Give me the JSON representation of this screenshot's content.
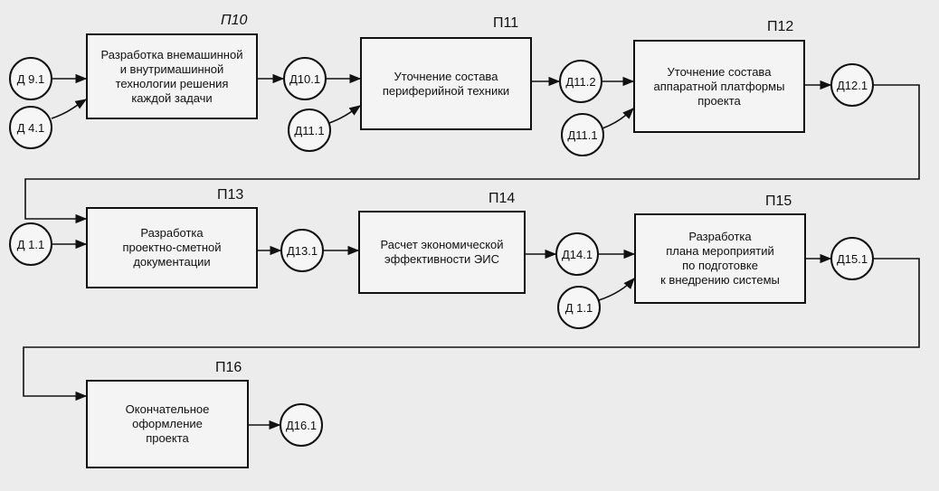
{
  "processes": [
    {
      "id": "p10",
      "tag": "П10",
      "label": "Разработка внемашинной\nи внутримашинной\nтехнологии решения\nкаждой задачи"
    },
    {
      "id": "p11",
      "tag": "П11",
      "label": "Уточнение состава\nпериферийной техники"
    },
    {
      "id": "p12",
      "tag": "П12",
      "label": "Уточнение состава\nаппаратной платформы\nпроекта"
    },
    {
      "id": "p13",
      "tag": "П13",
      "label": "Разработка\nпроектно-сметной\nдокументации"
    },
    {
      "id": "p14",
      "tag": "П14",
      "label": "Расчет экономической\nэффективности ЭИС"
    },
    {
      "id": "p15",
      "tag": "П15",
      "label": "Разработка\nплана мероприятий\nпо подготовке\nк внедрению системы"
    },
    {
      "id": "p16",
      "tag": "П16",
      "label": "Окончательное\nоформление\nпроекта"
    }
  ],
  "documents": [
    {
      "id": "d9_1",
      "label": "Д 9.1"
    },
    {
      "id": "d4_1",
      "label": "Д 4.1"
    },
    {
      "id": "d10_1",
      "label": "Д10.1"
    },
    {
      "id": "d11_1a",
      "label": "Д11.1"
    },
    {
      "id": "d11_2",
      "label": "Д11.2"
    },
    {
      "id": "d11_1b",
      "label": "Д11.1"
    },
    {
      "id": "d12_1",
      "label": "Д12.1"
    },
    {
      "id": "d1_1a",
      "label": "Д 1.1"
    },
    {
      "id": "d13_1",
      "label": "Д13.1"
    },
    {
      "id": "d14_1",
      "label": "Д14.1"
    },
    {
      "id": "d1_1b",
      "label": "Д 1.1"
    },
    {
      "id": "d15_1",
      "label": "Д15.1"
    },
    {
      "id": "d16_1",
      "label": "Д16.1"
    }
  ],
  "edges": [
    {
      "from": "d9_1",
      "to": "p10"
    },
    {
      "from": "d4_1",
      "to": "p10"
    },
    {
      "from": "p10",
      "to": "d10_1"
    },
    {
      "from": "d10_1",
      "to": "p11"
    },
    {
      "from": "d11_1a",
      "to": "p11"
    },
    {
      "from": "p11",
      "to": "d11_2"
    },
    {
      "from": "d11_2",
      "to": "p12"
    },
    {
      "from": "d11_1b",
      "to": "p12"
    },
    {
      "from": "p12",
      "to": "d12_1"
    },
    {
      "from": "d12_1",
      "to": "p13"
    },
    {
      "from": "d1_1a",
      "to": "p13"
    },
    {
      "from": "p13",
      "to": "d13_1"
    },
    {
      "from": "d13_1",
      "to": "p14"
    },
    {
      "from": "p14",
      "to": "d14_1"
    },
    {
      "from": "d14_1",
      "to": "p15"
    },
    {
      "from": "d1_1b",
      "to": "p15"
    },
    {
      "from": "p15",
      "to": "d15_1"
    },
    {
      "from": "d15_1",
      "to": "p16"
    },
    {
      "from": "p16",
      "to": "d16_1"
    }
  ]
}
